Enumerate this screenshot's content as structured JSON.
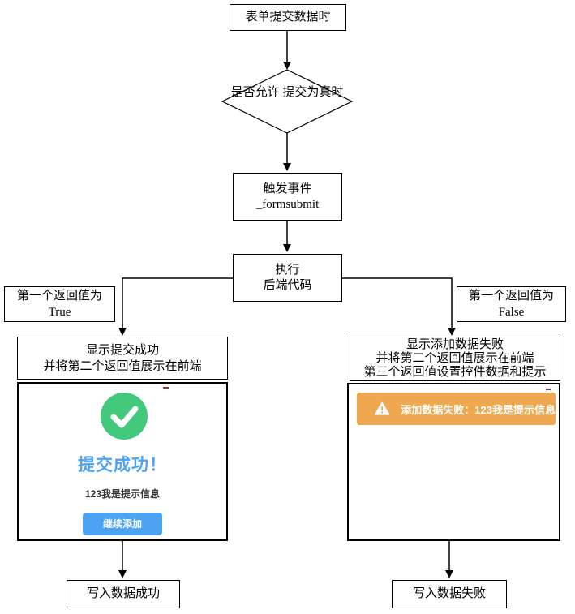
{
  "flow": {
    "start": {
      "label": "表单提交数据时"
    },
    "decision": {
      "line1": "是否允许",
      "line2": "提交为真时"
    },
    "trigger": {
      "line1": "触发事件",
      "line2": "_formsubmit"
    },
    "execute": {
      "line1": "执行",
      "line2": "后端代码"
    },
    "branch_true": {
      "line1": "第一个返回值为",
      "line2": "True"
    },
    "branch_false": {
      "line1": "第一个返回值为",
      "line2": "False"
    },
    "success_header": {
      "line1": "显示提交成功",
      "line2": "并将第二个返回值展示在前端"
    },
    "fail_header": {
      "line1": "显示添加数据失败",
      "line2": "并将第二个返回值展示在前端",
      "line3": "第三个返回值设置控件数据和提示"
    },
    "end_success": {
      "label": "写入数据成功"
    },
    "end_fail": {
      "label": "写入数据失败"
    }
  },
  "success_preview": {
    "title": "提交成功！",
    "message": "123我是提示信息",
    "button_label": "继续添加",
    "icon": "check-circle-icon"
  },
  "fail_preview": {
    "alert_text": "添加数据失败：123我是提示信息",
    "icon": "warning-triangle-icon"
  },
  "colors": {
    "success_green": "#42c97c",
    "primary_blue": "#4da3f2",
    "warning_orange": "#efa850",
    "text_dark": "#333333",
    "connector_line": "#000000",
    "artifact_red": "#993333"
  }
}
